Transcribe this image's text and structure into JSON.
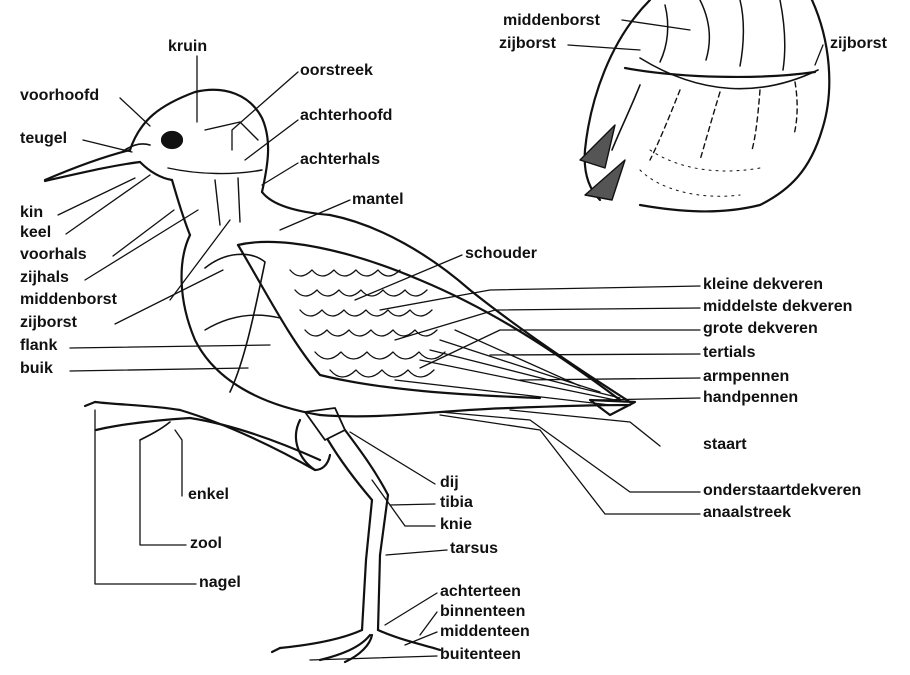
{
  "labels": {
    "kruin": "kruin",
    "voorhoofd": "voorhoofd",
    "teugel": "teugel",
    "kin": "kin",
    "keel": "keel",
    "voorhals": "voorhals",
    "zijhals": "zijhals",
    "middenborst": "middenborst",
    "zijborst": "zijborst",
    "flank": "flank",
    "buik": "buik",
    "oorstreek": "oorstreek",
    "achterhoofd": "achterhoofd",
    "achterhals": "achterhals",
    "mantel": "mantel",
    "schouder": "schouder",
    "kleine_dekveren": "kleine dekveren",
    "middelste_dekveren": "middelste dekveren",
    "grote_dekveren": "grote dekveren",
    "tertials": "tertials",
    "armpennen": "armpennen",
    "handpennen": "handpennen",
    "staart": "staart",
    "onderstaartdekveren": "onderstaartdekveren",
    "anaalstreek": "anaalstreek",
    "dij": "dij",
    "tibia": "tibia",
    "knie": "knie",
    "tarsus": "tarsus",
    "achterteen": "achterteen",
    "binnenteen": "binnenteen",
    "middenteen": "middenteen",
    "buitenteen": "buitenteen",
    "enkel": "enkel",
    "zool": "zool",
    "nagel": "nagel",
    "inset_middenborst": "middenborst",
    "inset_zijborst_left": "zijborst",
    "inset_zijborst_right": "zijborst"
  }
}
